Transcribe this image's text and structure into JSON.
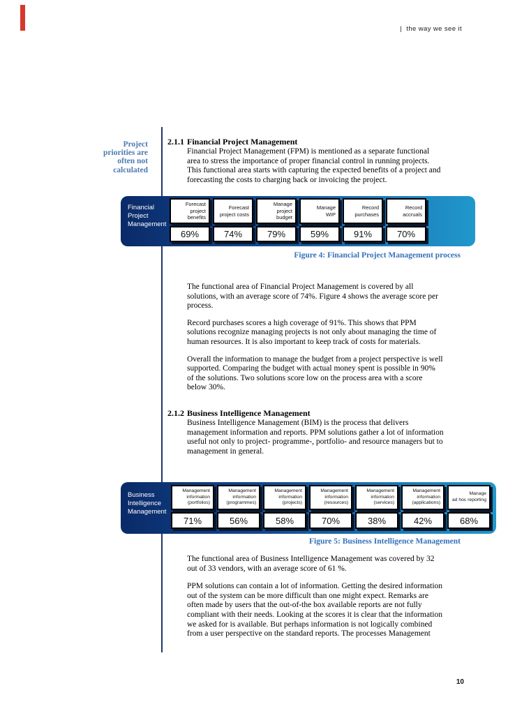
{
  "header": {
    "tagline": "|  the way we see it"
  },
  "margin_note": "Project\npriorities are\noften not\ncalculated",
  "sections": [
    {
      "number": "2.1.1",
      "title": "Financial Project Management",
      "body": "Financial Project Management (FPM) is mentioned as a separate functional\narea to stress the importance of proper financial control in running projects.\nThis functional area starts with capturing the expected benefits of a project and\nforecasting the costs to charging back or invoicing the project."
    },
    {
      "number": "2.1.2",
      "title": "Business Intelligence Management",
      "body": "Business Intelligence Management (BIM) is the process that delivers\nmanagement information and reports. PPM solutions gather a lot of information\nuseful not only to project- programme-, portfolio- and resource managers but to\nmanagement in general."
    }
  ],
  "paragraphs_after_fig4": [
    "The functional area of Financial Project Management is covered by all\nsolutions, with an average score of 74%. Figure 4 shows the average score per\nprocess.",
    "Record purchases scores a high coverage of 91%. This shows that PPM\nsolutions recognize managing projects is not only about managing the time of\nhuman resources. It is also important to keep track of costs for materials.",
    "Overall the information to manage the budget from a project perspective is well\nsupported. Comparing the budget with actual money spent is possible in 90%\nof the solutions. Two solutions score low on the process area with a score\nbelow 30%."
  ],
  "paragraphs_after_fig5": [
    "The functional area of Business Intelligence Management was covered by 32\nout of 33 vendors, with an average score of 61 %.",
    "PPM solutions can contain a lot of information. Getting the desired information\nout of the system can be more difficult than one might expect. Remarks are\noften made by users that the out-of-the box available reports are not fully\ncompliant with their needs. Looking at the scores it is clear that the information\nwe asked for is available. But perhaps information is not logically combined\nfrom a user perspective on the standard reports. The processes Management"
  ],
  "figures": [
    {
      "label": "Financial\nProject\nManagement",
      "caption": "Figure 4: Financial Project Management process",
      "processes": [
        {
          "name": "Forecast\nproject benefits",
          "score": "69%"
        },
        {
          "name": "Forecast\nproject costs",
          "score": "74%"
        },
        {
          "name": "Manage\nproject budget",
          "score": "79%"
        },
        {
          "name": "Manage\nWIP",
          "score": "59%"
        },
        {
          "name": "Record\npurchases",
          "score": "91%"
        },
        {
          "name": "Record\naccruals",
          "score": "70%"
        }
      ]
    },
    {
      "label": "Business\nIntelligence\nManagement",
      "caption": "Figure 5: Business Intelligence Management",
      "processes": [
        {
          "name": "Management\ninformation\n(portfolios)",
          "score": "71%"
        },
        {
          "name": "Management\ninformation\n(programmes)",
          "score": "56%"
        },
        {
          "name": "Management\ninformation\n(projects)",
          "score": "58%"
        },
        {
          "name": "Management\ninformation\n(resources)",
          "score": "70%"
        },
        {
          "name": "Management\ninformation\n(services)",
          "score": "38%"
        },
        {
          "name": "Management\ninformation\n(applications)",
          "score": "42%"
        },
        {
          "name": "Manage\nad hoc reporting",
          "score": "68%"
        }
      ]
    }
  ],
  "footer": {
    "page_number": "10"
  },
  "colors": {
    "accent_red": "#d6382e",
    "note_blue": "#4d7ab0",
    "caption_blue": "#3672b9",
    "band_dark": "#0a2a68",
    "band_light": "#2098cb",
    "rule_navy": "#1f3864"
  }
}
